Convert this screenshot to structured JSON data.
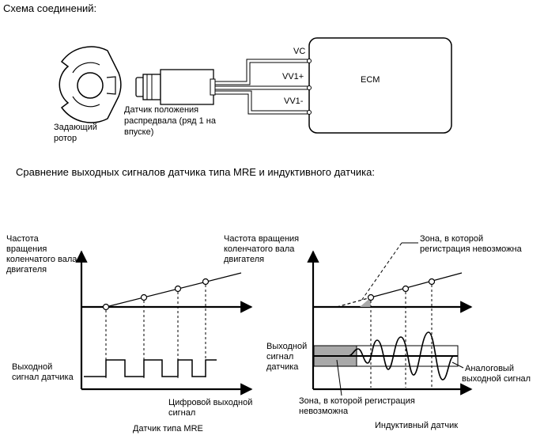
{
  "section1": {
    "title": "Схема соединений:",
    "rotor_label": [
      "Задающий",
      "ротор"
    ],
    "sensor_label": [
      "Датчик положения",
      "распредвала (ряд 1 на",
      "впуске)"
    ],
    "ecm": {
      "label": "ECM",
      "pins": [
        "VC",
        "VV1+",
        "VV1-"
      ]
    }
  },
  "section2": {
    "title": "Сравнение выходных сигналов датчика типа MRE и индуктивного датчика:"
  },
  "mre_chart": {
    "y_upper_label": [
      "Частота",
      "вращения",
      "коленчатого вала",
      "двигателя"
    ],
    "line_label": [
      "Частота вращения",
      "коленчатого вала",
      "двигателя"
    ],
    "y_lower_label": [
      "Выходной",
      "сигнал датчика"
    ],
    "x_lower_label": [
      "Цифровой выходной",
      "сигнал"
    ],
    "caption": "Датчик типа MRE"
  },
  "inductive_chart": {
    "zone_label_top": [
      "Зона, в которой",
      "регистрация невозможна"
    ],
    "y_lower_label": [
      "Выходной",
      "сигнал",
      "датчика"
    ],
    "analog_label": [
      "Аналоговый",
      "выходной сигнал"
    ],
    "zone_label_bottom": [
      "Зона, в которой регистрация",
      "невозможна"
    ],
    "caption": "Индуктивный датчик"
  },
  "colors": {
    "line": "#000000",
    "zone_fill": "#a9a9a9"
  }
}
